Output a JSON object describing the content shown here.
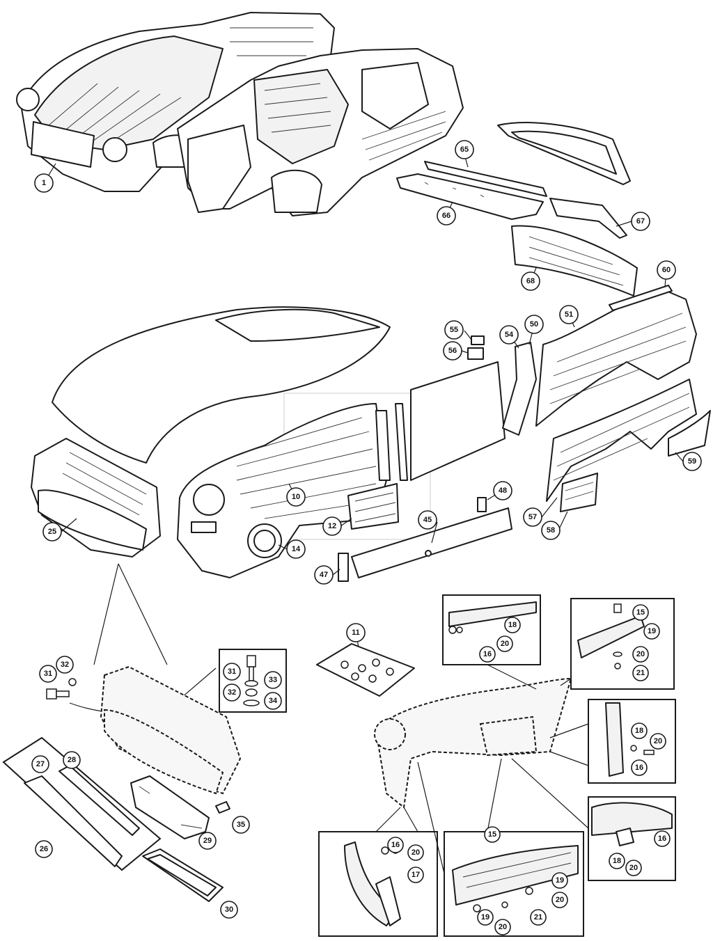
{
  "diagram": {
    "callouts": [
      {
        "id": "c1",
        "label": "1"
      },
      {
        "id": "c65",
        "label": "65"
      },
      {
        "id": "c66",
        "label": "66"
      },
      {
        "id": "c67",
        "label": "67"
      },
      {
        "id": "c68",
        "label": "68"
      },
      {
        "id": "c60",
        "label": "60"
      },
      {
        "id": "c51",
        "label": "51"
      },
      {
        "id": "c50",
        "label": "50"
      },
      {
        "id": "c54",
        "label": "54"
      },
      {
        "id": "c55",
        "label": "55"
      },
      {
        "id": "c56",
        "label": "56"
      },
      {
        "id": "c10",
        "label": "10"
      },
      {
        "id": "c12",
        "label": "12"
      },
      {
        "id": "c14",
        "label": "14"
      },
      {
        "id": "c25",
        "label": "25"
      },
      {
        "id": "c45",
        "label": "45"
      },
      {
        "id": "c47",
        "label": "47"
      },
      {
        "id": "c48",
        "label": "48"
      },
      {
        "id": "c57",
        "label": "57"
      },
      {
        "id": "c58",
        "label": "58"
      },
      {
        "id": "c59",
        "label": "59"
      },
      {
        "id": "c11",
        "label": "11"
      },
      {
        "id": "c31a",
        "label": "31"
      },
      {
        "id": "c32a",
        "label": "32"
      },
      {
        "id": "c31b",
        "label": "31"
      },
      {
        "id": "c32b",
        "label": "32"
      },
      {
        "id": "c33",
        "label": "33"
      },
      {
        "id": "c34",
        "label": "34"
      },
      {
        "id": "c27",
        "label": "27"
      },
      {
        "id": "c28",
        "label": "28"
      },
      {
        "id": "c26",
        "label": "26"
      },
      {
        "id": "c29",
        "label": "29"
      },
      {
        "id": "c35",
        "label": "35"
      },
      {
        "id": "c30",
        "label": "30"
      },
      {
        "id": "c18a",
        "label": "18"
      },
      {
        "id": "c20a",
        "label": "20"
      },
      {
        "id": "c16a",
        "label": "16"
      },
      {
        "id": "c15a",
        "label": "15"
      },
      {
        "id": "c19a",
        "label": "19"
      },
      {
        "id": "c20b",
        "label": "20"
      },
      {
        "id": "c21a",
        "label": "21"
      },
      {
        "id": "c18b",
        "label": "18"
      },
      {
        "id": "c20c",
        "label": "20"
      },
      {
        "id": "c16b",
        "label": "16"
      },
      {
        "id": "c16c",
        "label": "16"
      },
      {
        "id": "c18c",
        "label": "18"
      },
      {
        "id": "c20d",
        "label": "20"
      },
      {
        "id": "c16d",
        "label": "16"
      },
      {
        "id": "c20e",
        "label": "20"
      },
      {
        "id": "c17",
        "label": "17"
      },
      {
        "id": "c15b",
        "label": "15"
      },
      {
        "id": "c19b",
        "label": "19"
      },
      {
        "id": "c20f",
        "label": "20"
      },
      {
        "id": "c19c",
        "label": "19"
      },
      {
        "id": "c20g",
        "label": "20"
      },
      {
        "id": "c21b",
        "label": "21"
      }
    ]
  }
}
